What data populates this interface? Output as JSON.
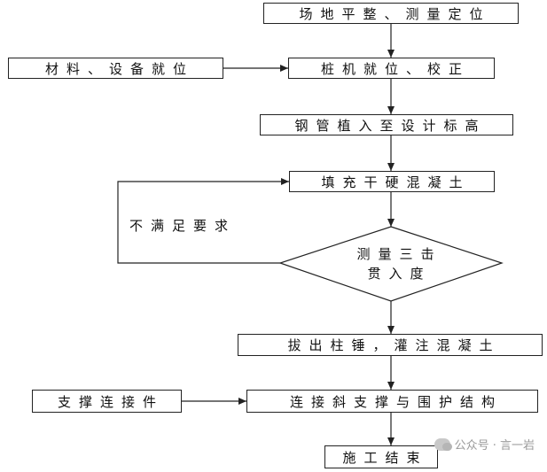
{
  "nodes": {
    "site": "场地平整、测量定位",
    "materials": "材料、设备就位",
    "pile_machine": "桩机就位、校正",
    "steel_pipe": "钢管植入至设计标高",
    "fill": "填充干硬混凝土",
    "measure": "测量三击",
    "measure_line2": "贯入度",
    "pull_out": "拔出柱锤，灌注混凝土",
    "support_parts": "支撑连接件",
    "connect": "连接斜支撑与围护结构",
    "finish": "施工结束"
  },
  "loop_label": "不满足要求",
  "watermark": {
    "text": "公众号 · 言一岩",
    "icon": "wechat-icon"
  }
}
